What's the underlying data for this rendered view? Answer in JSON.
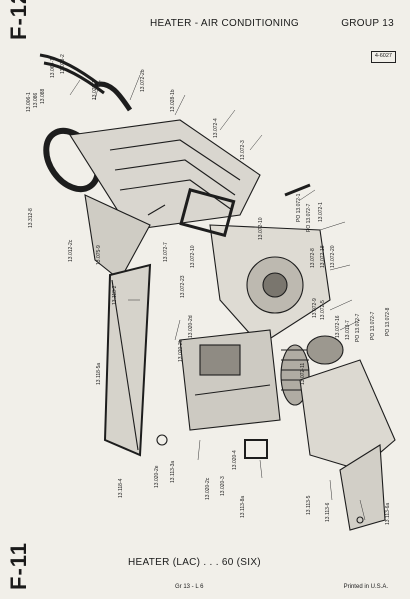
{
  "page": {
    "tab_top": "F-12",
    "tab_bottom": "F-11",
    "header_title": "HEATER - AIR CONDITIONING",
    "group_label": "GROUP 13",
    "page_code": "4-6027",
    "caption": "HEATER (LAC) . . . 60 (SIX)",
    "footer_ref": "Gr 13  -  L 6",
    "footer_print": "Printed in U.S.A."
  },
  "part_labels": [
    "13.006-1",
    "13.086",
    "13.088",
    "13.069-1",
    "13.028-2",
    "13.028-1",
    "13.072-2b",
    "13.028-1b",
    "13.072-4",
    "13.072-3",
    "13.312-8",
    "13.012-2c",
    "13.075-9",
    "13.072-10",
    "PO 13.072-1",
    "PO 13.072-7",
    "13.072-7",
    "13.072-1",
    "13.072-8",
    "13.072-18",
    "13.072-20",
    "13.072-23",
    "13.118-2",
    "13.072-5",
    "13.072-9",
    "13.072-11",
    "13.072-16",
    "13.013-7",
    "PO 13.072-7",
    "PO 13.072-8",
    "13.118-5a",
    "13.118-4",
    "13.020-2b",
    "13.020-2d",
    "13.020-2e",
    "13.020-2c",
    "13.113-3a",
    "13.020-3",
    "13.020-4",
    "13.113-8a",
    "13.113-5",
    "13.113-6",
    "13.113-6a",
    "13.072-10",
    "PO 13.072-7"
  ]
}
